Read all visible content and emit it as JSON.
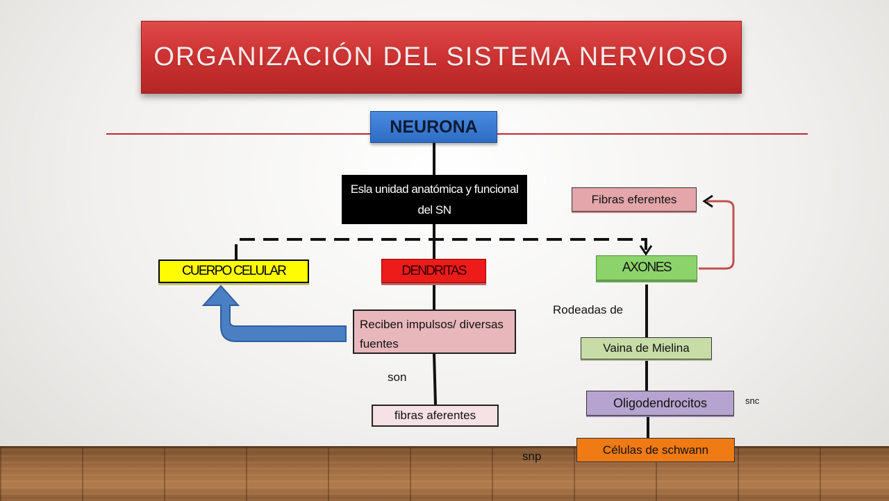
{
  "title": "ORGANIZACIÓN DEL SISTEMA NERVIOSO",
  "nodes": {
    "neurona": "NEURONA",
    "definition": "Esla unidad anatómica y funcional del SN",
    "cuerpo_celular": "CUERPO CELULAR",
    "dendritas": "DENDRITAS",
    "axones": "AXONES",
    "reciben": "Reciben impulsos/ diversas fuentes",
    "fibras_aferentes": "fibras aferentes",
    "fibras_eferentes": "Fibras eferentes",
    "vaina_mielina": "Vaina de Mielina",
    "oligodendrocitos": "Oligodendrocitos",
    "celulas_schwann": "Células de schwann"
  },
  "labels": {
    "rodeadas_de": "Rodeadas de",
    "son": "son",
    "snc": "snc",
    "snp": "snp"
  },
  "colors": {
    "title_banner": "#c9302f",
    "neurona": "#2d6dc4",
    "cuerpo_celular": "#fffc00",
    "dendritas": "#ee1b1b",
    "axones": "#8cd36c",
    "reciben": "#e8b7bc",
    "fibras_eferentes": "#e4a6aa",
    "vaina_mielina": "#c8dca8",
    "oligodendrocitos": "#b6a3cf",
    "celulas_schwann": "#f07a13",
    "blue_arrow": "#4a7fc4",
    "curved_arrow": "#c0504d"
  }
}
